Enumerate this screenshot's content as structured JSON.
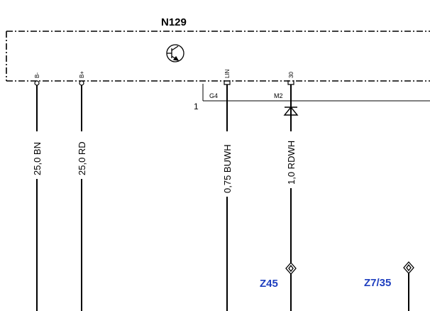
{
  "component": {
    "name": "N129"
  },
  "connector_number": "1",
  "pins": [
    {
      "id": "pin-b-minus",
      "label": "B-"
    },
    {
      "id": "pin-b-plus",
      "label": "B+"
    },
    {
      "id": "pin-lin",
      "label": "LIN"
    },
    {
      "id": "pin-30",
      "label": "30"
    }
  ],
  "connectors": [
    {
      "id": "g4",
      "label": "G4"
    },
    {
      "id": "m2",
      "label": "M2"
    }
  ],
  "wires": [
    {
      "id": "wire-bn",
      "label": "25,0 BN"
    },
    {
      "id": "wire-rd",
      "label": "25,0 RD"
    },
    {
      "id": "wire-buwh",
      "label": "0,75 BUWH"
    },
    {
      "id": "wire-rdwh",
      "label": "1,0 RDWH"
    }
  ],
  "references": [
    {
      "id": "z45",
      "label": "Z45"
    },
    {
      "id": "z7-35",
      "label": "Z7/35"
    }
  ],
  "colors": {
    "line": "#000000",
    "reference_text": "#1f3fbf"
  },
  "icons": [
    "transistor-icon",
    "diode-icon",
    "diamond-junction-icon"
  ]
}
